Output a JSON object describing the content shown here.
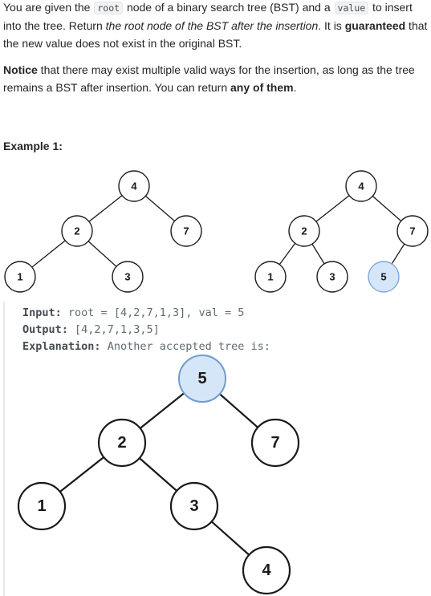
{
  "description": {
    "p1": {
      "t1": "You are given the ",
      "c1": "root",
      "t2": " node of a binary search tree (BST) and a ",
      "c2": "value",
      "t3": " to insert into the tree. Return ",
      "i1": "the root node of the BST after the insertion",
      "t4": ". It is ",
      "b1": "guaranteed",
      "t5": " that the new value does not exist in the original BST."
    },
    "p2": {
      "b1": "Notice",
      "t1": " that there may exist multiple valid ways for the insertion, as long as the tree remains a BST after insertion. You can return ",
      "b2": "any of them",
      "t2": "."
    }
  },
  "example": {
    "title": "Example 1:",
    "input_label": "Input:",
    "input_value": "root = [4,2,7,1,3], val = 5",
    "output_label": "Output:",
    "output_value": "[4,2,7,1,3,5]",
    "explanation_label": "Explanation:",
    "explanation_value": "Another accepted tree is:"
  },
  "trees": {
    "original": [
      "4",
      "2",
      "7",
      "1",
      "3"
    ],
    "inserted": [
      "4",
      "2",
      "7",
      "1",
      "3",
      "5"
    ],
    "alternative": [
      "5",
      "2",
      "7",
      "1",
      "3",
      "4"
    ]
  },
  "colors": {
    "highlight_fill": "#d6e6f9",
    "highlight_stroke": "#7ba8da",
    "node_stroke": "#1a1a1a"
  }
}
